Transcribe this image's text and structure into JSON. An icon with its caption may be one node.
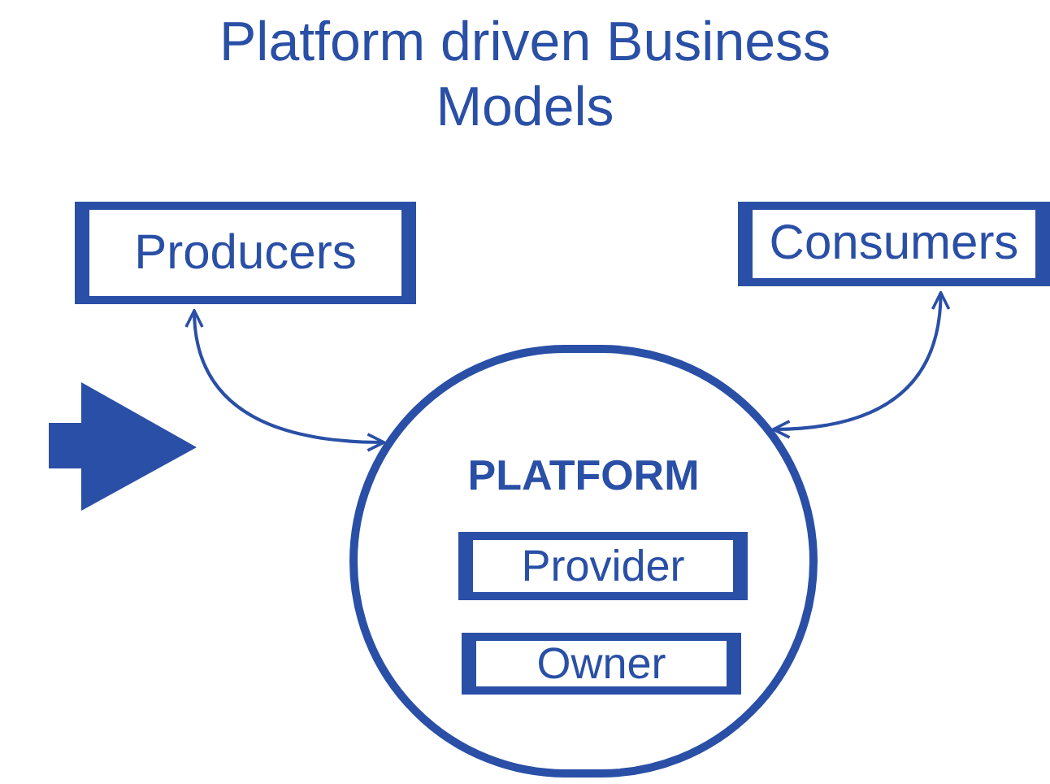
{
  "diagram": {
    "title": "Platform driven Business Models",
    "nodes": [
      {
        "text": [
          "Producers"
        ]
      },
      {
        "text": [
          "Consumers"
        ]
      },
      {
        "text": [
          "PLATFORM"
        ]
      },
      {
        "text": [
          "Provider"
        ],
        "in": 2
      },
      {
        "text": [
          "Owner"
        ],
        "in": 2
      }
    ],
    "edges": [
      {
        "from": 0,
        "to": 2,
        "arrow": "both"
      },
      {
        "from": 1,
        "to": 2,
        "arrow": "both"
      }
    ]
  }
}
